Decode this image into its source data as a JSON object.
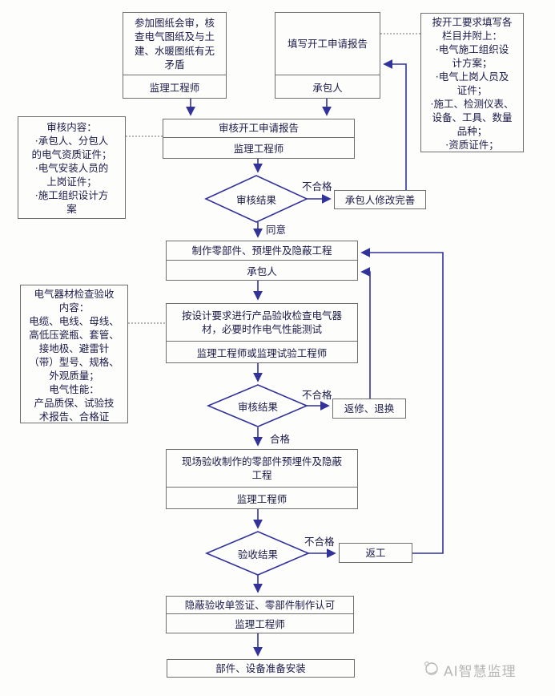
{
  "colors": {
    "line": "#32329b",
    "dotted": "#8a8a8a",
    "box_border": "#6f6f6f",
    "text": "#1a1a4a",
    "watermark": "#b6b6b6"
  },
  "nodes": {
    "review_drawings": {
      "text": "参加图纸会审，核\n查电气图纸及与土\n建、水暖图纸有无\n矛盾",
      "role": "监理工程师"
    },
    "fill_report": {
      "text": "填写开工申请报告",
      "role": "承包人"
    },
    "requirements_note": {
      "text": "按开工要求填写各\n栏目并附上：\n·电气施工组织设\n计方案；\n·电气上岗人员及\n证件；\n·施工、检测仪表、\n设备、工具、数量\n品种；\n·资质证件；"
    },
    "review_content_note": {
      "text": "审核内容：\n·承包人、分包人\n的电气资质证件；\n·电气安装人员的\n上岗证件；\n·施工组织设计方\n案"
    },
    "review_report": {
      "text": "审核开工申请报告",
      "role": "监理工程师"
    },
    "decision1": {
      "text": "审核结果"
    },
    "contractor_fix": {
      "text": "承包人修改完善"
    },
    "make_parts": {
      "text": "制作零部件、预埋件及隐蔽工程",
      "role": "承包人"
    },
    "material_note": {
      "text": "电气器材检查验收\n内容：\n电缆、电线、母线、\n高低压瓷瓶、套管、\n接地极、避雷针\n（带）型号、规格、\n外观质量；\n电气性能：\n产品质保、试验技\n术报告、合格证"
    },
    "product_check": {
      "text": "按设计要求进行产品验收检查电气器\n材，必要时作电气性能测试",
      "role": "监理工程师或监理试验工程师"
    },
    "decision2": {
      "text": "审核结果"
    },
    "repair_return": {
      "text": "返修、退换"
    },
    "site_accept": {
      "text": "现场验收制作的零部件预埋件及隐蔽\n工程",
      "role": "监理工程师"
    },
    "decision3": {
      "text": "验收结果"
    },
    "rework": {
      "text": "返工"
    },
    "sign_accept": {
      "text": "隐蔽验收单签证、零部件制作认可",
      "role": "监理工程师"
    },
    "prepare_install": {
      "text": "部件、设备准备安装"
    }
  },
  "edge_labels": {
    "fail1": "不合格",
    "agree": "同意",
    "fail2": "不合格",
    "pass": "合格",
    "fail3": "不合格"
  },
  "watermark": {
    "label": "AI智慧监理"
  }
}
